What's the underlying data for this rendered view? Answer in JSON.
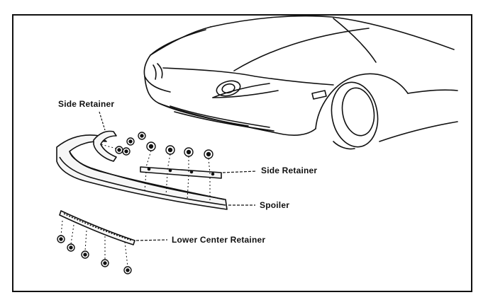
{
  "labels": {
    "side_retainer_upper": "Side Retainer",
    "side_retainer_right": "Side Retainer",
    "spoiler": "Spoiler",
    "lower_center_retainer": "Lower Center Retainer"
  },
  "colors": {
    "line": "#111111",
    "background": "#ffffff",
    "fill": "#f6f6f6"
  }
}
